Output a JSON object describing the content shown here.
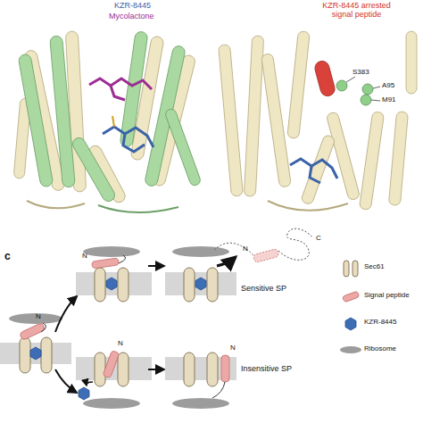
{
  "diagram": {
    "labels": [
      "KZR-8445",
      "Mycolactone",
      "KZR-8445 arrested signal peptide",
      "S383",
      "A95",
      "M91",
      "c",
      "N",
      "N",
      "N",
      "C",
      "Sensitive SP",
      "N",
      "N",
      "Insensitive SP"
    ],
    "legend": [
      {
        "text": "Sec61"
      },
      {
        "text": "Signal peptide"
      },
      {
        "text": "KZR-8445"
      },
      {
        "text": "Ribosome"
      }
    ]
  }
}
